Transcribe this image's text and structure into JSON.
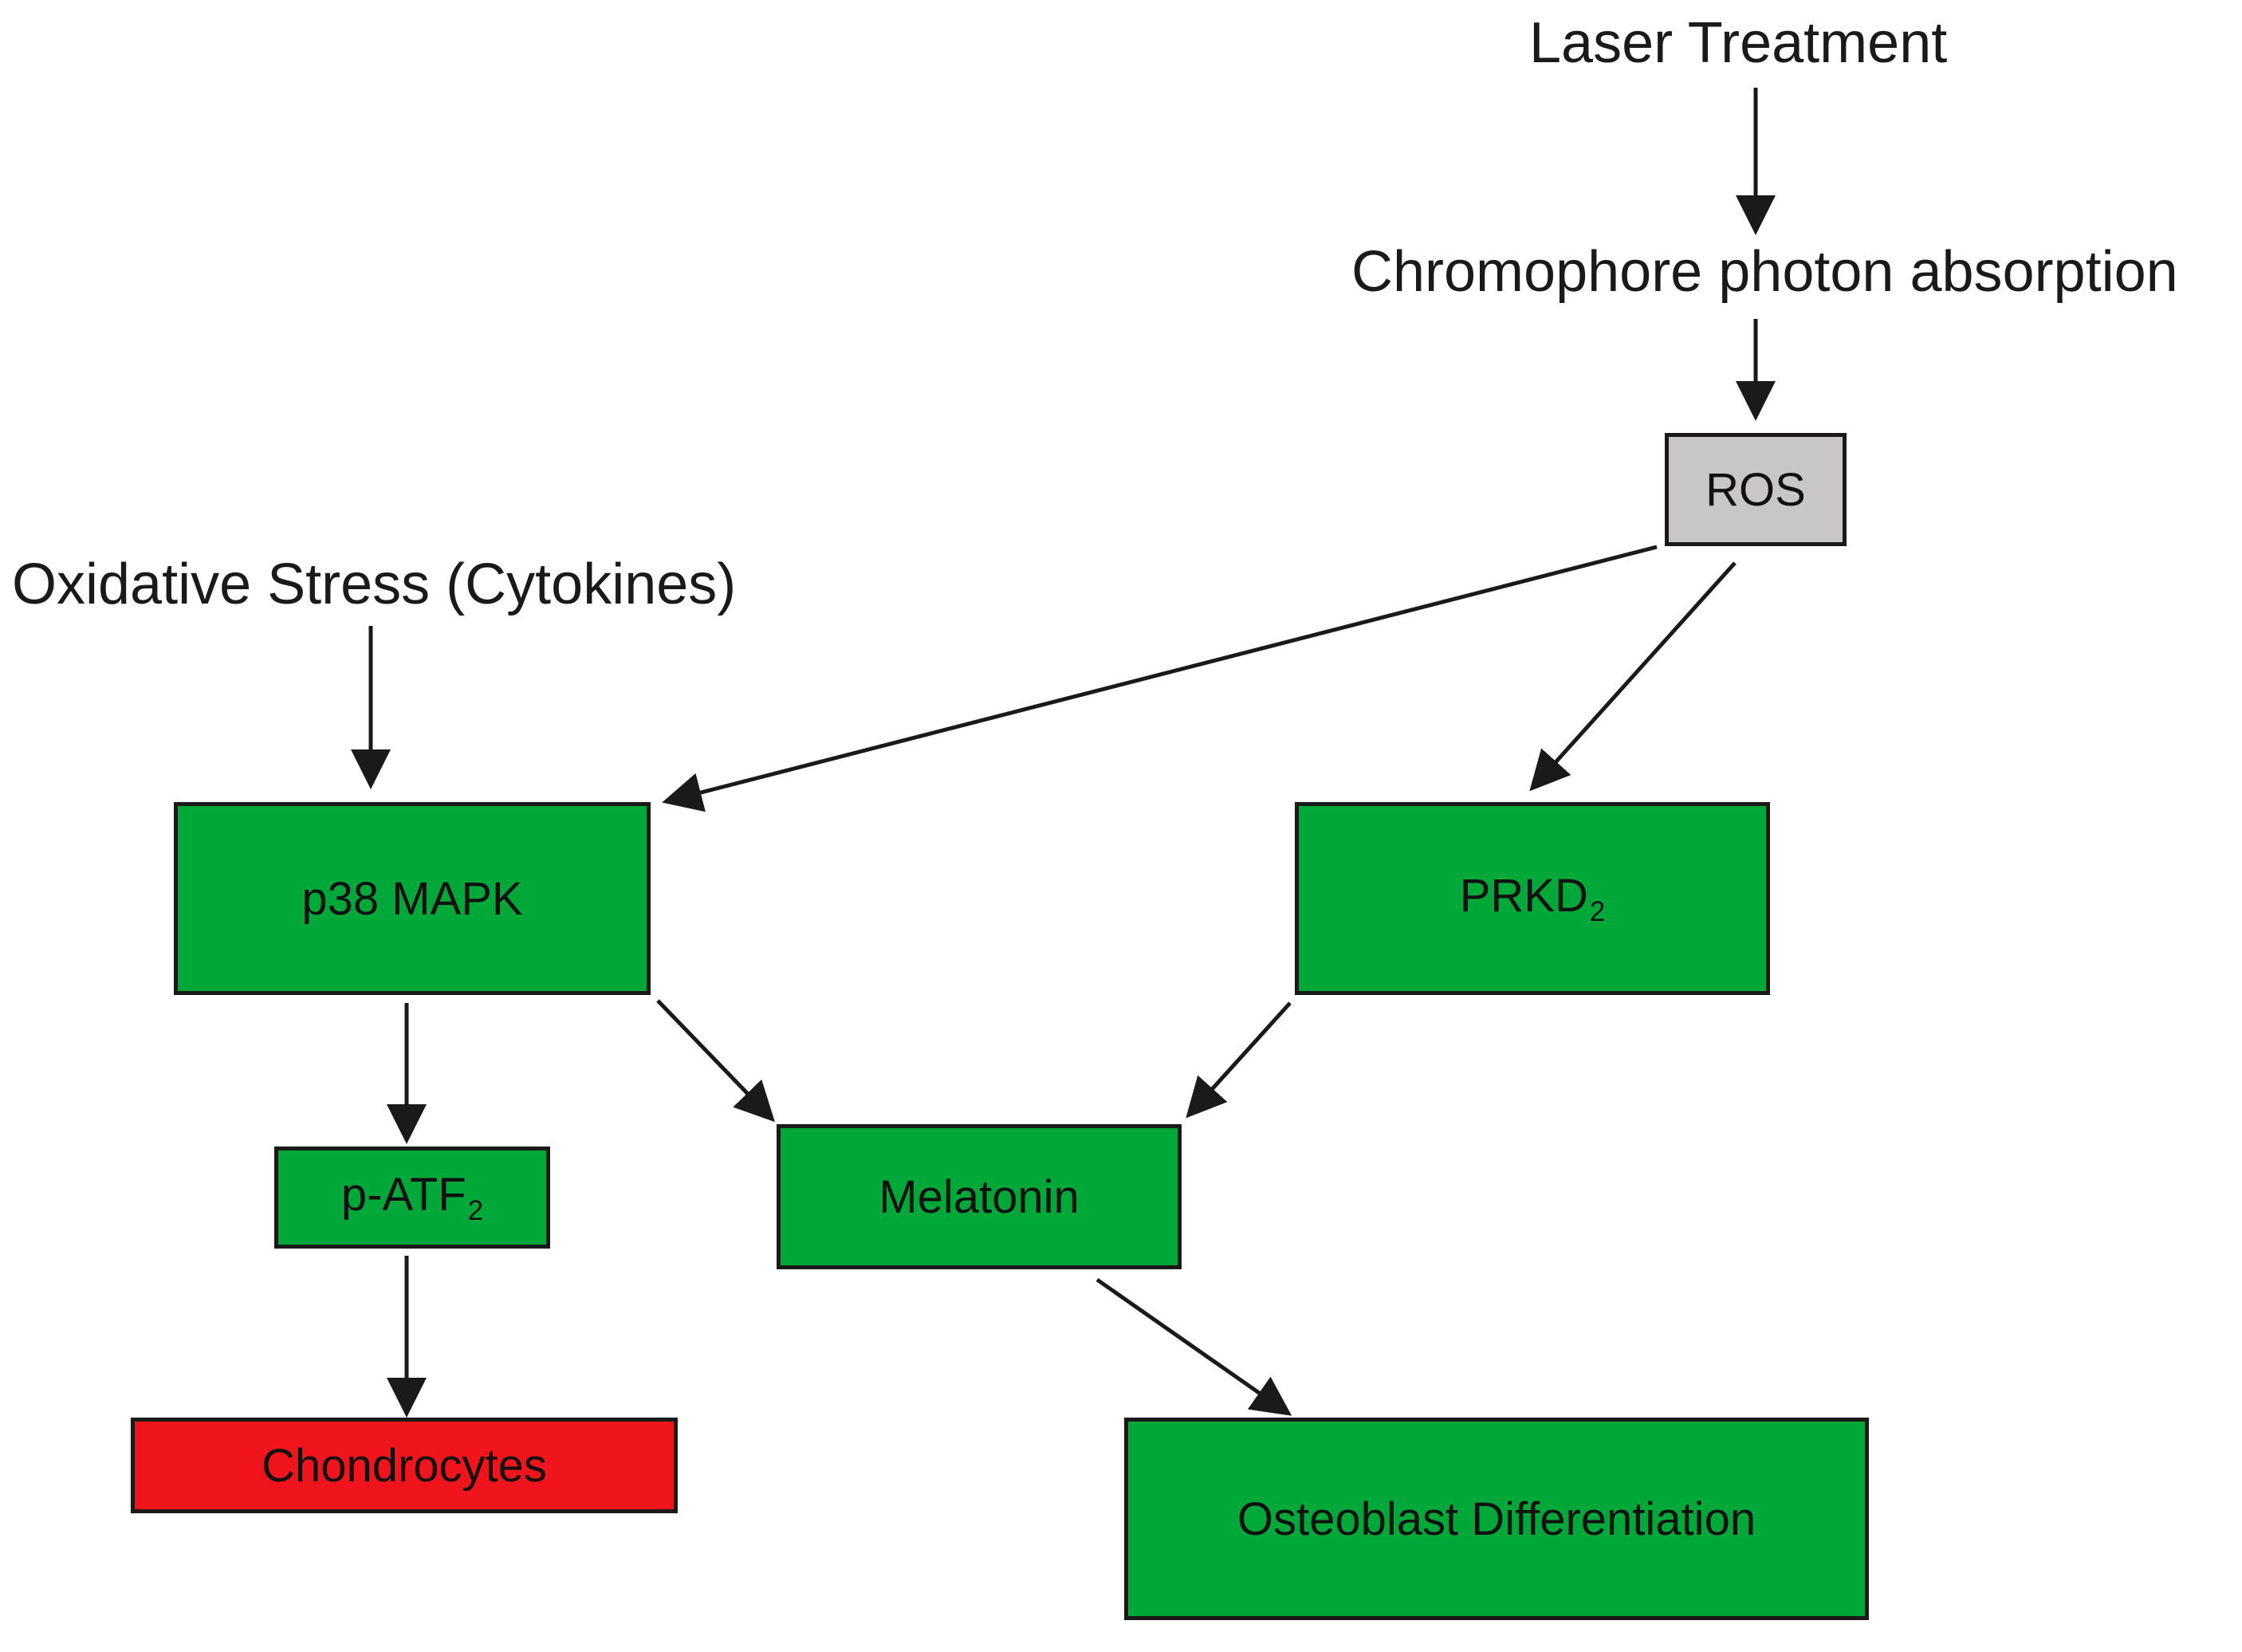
{
  "labels": {
    "laser": "Laser Treatment",
    "chromophore": "Chromophore photon absorption",
    "oxidative": "Oxidative Stress (Cytokines)"
  },
  "nodes": {
    "ros": "ROS",
    "p38": "p38 MAPK",
    "prkd": {
      "base": "PRKD",
      "sub": "2"
    },
    "patf": {
      "base": "p-ATF",
      "sub": "2"
    },
    "melatonin": "Melatonin",
    "chondrocytes": "Chondrocytes",
    "osteoblast": "Osteoblast Differentiation"
  },
  "colors": {
    "green": "#00a83a",
    "grey": "#c8c6c6",
    "red": "#f0151c",
    "stroke": "#1a1a1a"
  }
}
